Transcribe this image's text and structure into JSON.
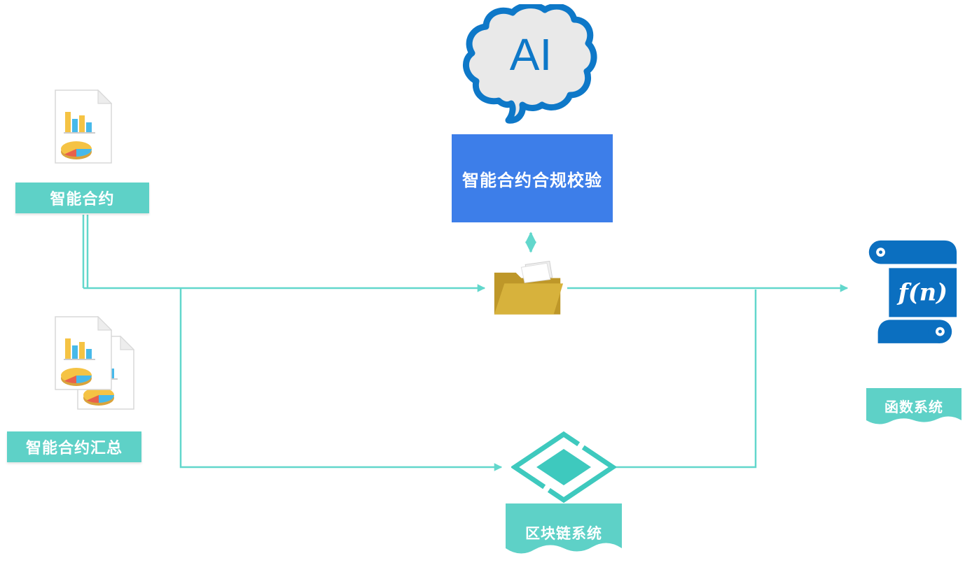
{
  "nodes": {
    "ai": {
      "label": "AI"
    },
    "compliance_check": {
      "label": "智能合约合规校验"
    },
    "smart_contract": {
      "label": "智能合约"
    },
    "smart_contract_summary": {
      "label": "智能合约汇总"
    },
    "function_system": {
      "label": "函数系统",
      "icon_text": "f(n)"
    },
    "blockchain_system": {
      "label": "区块链系统"
    }
  },
  "colors": {
    "teal_banner": "#5ED1C7",
    "teal_line": "#62D7CC",
    "teal_icon": "#3EC9BE",
    "blue_box": "#3D7EE9",
    "brain_blue": "#0E78C8",
    "brain_fill": "#E9E9E9",
    "scroll_blue": "#0B6FC0",
    "folder_dark": "#BE9729",
    "folder_light": "#D7B23C"
  }
}
